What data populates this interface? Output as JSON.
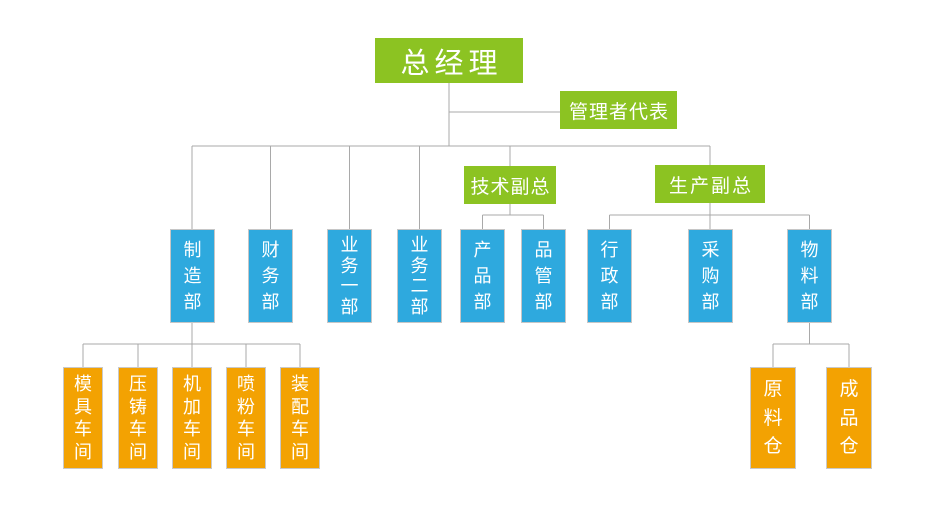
{
  "diagram": {
    "type": "org-chart",
    "root": {
      "label": "总经理"
    },
    "management_rep": {
      "label": "管理者代表"
    },
    "deputies": [
      {
        "label": "技术副总"
      },
      {
        "label": "生产副总"
      }
    ],
    "departments": [
      {
        "label": "制造部"
      },
      {
        "label": "财务部"
      },
      {
        "label": "业务一部"
      },
      {
        "label": "业务二部"
      },
      {
        "label": "产品部"
      },
      {
        "label": "品管部"
      },
      {
        "label": "行政部"
      },
      {
        "label": "采购部"
      },
      {
        "label": "物料部"
      }
    ],
    "workshops": [
      {
        "label": "模具车间"
      },
      {
        "label": "压铸车间"
      },
      {
        "label": "机加车间"
      },
      {
        "label": "喷粉车间"
      },
      {
        "label": "装配车间"
      }
    ],
    "warehouses": [
      {
        "label": "原料仓"
      },
      {
        "label": "成品仓"
      }
    ],
    "colors": {
      "executive_green": "#8CC322",
      "department_blue": "#2EA9DE",
      "workshop_orange": "#F3A202",
      "connector_gray": "#A9A9A9",
      "text_white": "#FFFFFF"
    }
  }
}
